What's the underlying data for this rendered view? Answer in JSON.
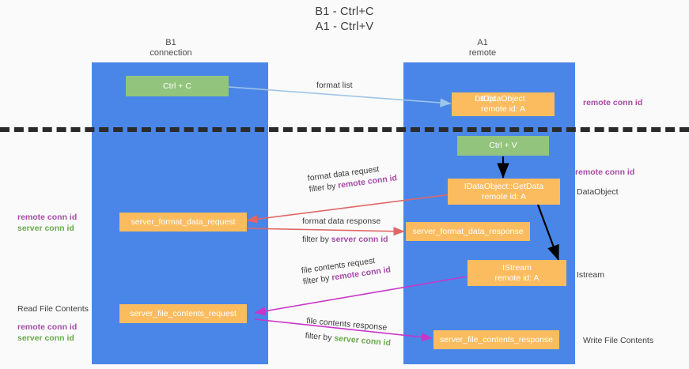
{
  "title": {
    "line1": "B1 - Ctrl+C",
    "line2": "A1 - Ctrl+V"
  },
  "columns": [
    {
      "name": "B1",
      "subtitle": "connection"
    },
    {
      "name": "A1",
      "subtitle": "remote"
    }
  ],
  "nodes": {
    "ctrl_c": {
      "label": "Ctrl + C"
    },
    "ctrl_v": {
      "label": "Ctrl + V"
    },
    "data_object_remote": {
      "line1": "IDataObject",
      "line1_ghost": "IDataObject",
      "line2": "remote id: A"
    },
    "get_data": {
      "line1": "IDataObject::GetData",
      "line2": "remote id: A"
    },
    "istream": {
      "line1": "IStream",
      "line2": "remote id: A"
    },
    "server_format_data_request": {
      "label": "server_format_data_request"
    },
    "server_format_data_response": {
      "label": "server_format_data_response"
    },
    "server_file_contents_request": {
      "label": "server_file_contents_request"
    },
    "server_file_contents_response": {
      "label": "server_file_contents_response"
    }
  },
  "edge_labels": {
    "format_list": "format list",
    "format_data_request": "format data request",
    "format_data_request_filter_prefix": "filter by ",
    "format_data_request_filter_key": "remote conn id",
    "format_data_response": "format data response",
    "format_data_response_filter_prefix": "filter by ",
    "format_data_response_filter_key": "server conn id",
    "file_contents_request": "file contents request",
    "file_contents_request_filter_prefix": "filter by ",
    "file_contents_request_filter_key": "remote conn id",
    "file_contents_response": "file contents response",
    "file_contents_response_filter_prefix": "filter by ",
    "file_contents_response_filter_key": "server conn id"
  },
  "annotations": {
    "right_remote_conn_id_top": "remote conn id",
    "right_remote_conn_id_mid": "remote conn id",
    "right_data_object": "DataObject",
    "right_istream": "Istream",
    "right_write_file_contents": "Write File Contents",
    "left_remote_conn_id": "remote conn id",
    "left_server_conn_id": "server conn id",
    "left_read_file_contents": "Read File Contents",
    "left_remote_conn_id_2": "remote conn id",
    "left_server_conn_id_2": "server conn id"
  },
  "colors": {
    "lane": "#4a86e8",
    "node_green": "#93c47d",
    "node_orange": "#fbbc5f",
    "divider": "#2b2b2b",
    "purple": "#a64ca6",
    "green": "#6aa84f",
    "arrow_blue": "#9fc5e8",
    "arrow_red": "#e06666",
    "arrow_black": "#000000",
    "arrow_magenta": "#c936c9"
  }
}
